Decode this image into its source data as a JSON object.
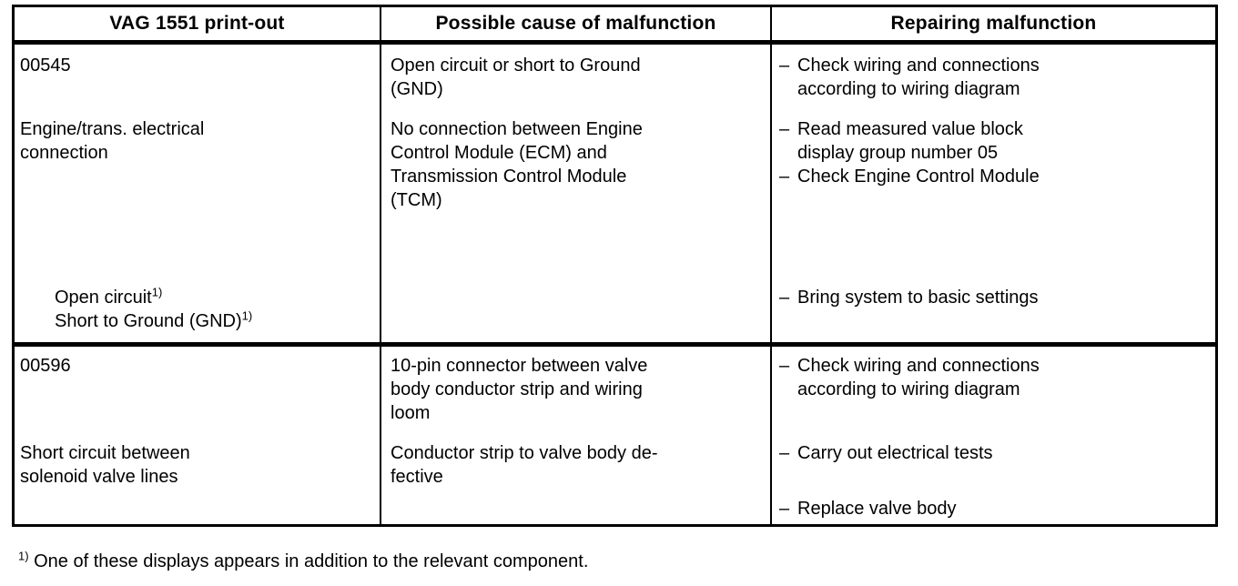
{
  "table": {
    "headers": [
      "VAG 1551 print-out",
      "Possible cause of malfunction",
      "Repairing malfunction"
    ],
    "rows": [
      {
        "printout": {
          "code": "00545",
          "description": "Engine/trans. electrical\nconnection",
          "sub_items": [
            {
              "text": "Open circuit",
              "footnote": "1)"
            },
            {
              "text": "Short to Ground (GND)",
              "footnote": "1)"
            }
          ]
        },
        "causes": [
          "Open circuit or short to Ground\n(GND)",
          "No connection between Engine\nControl Module (ECM) and\nTransmission Control Module\n(TCM)"
        ],
        "repairs": [
          "Check wiring and connections\naccording to wiring diagram",
          "Read measured value block\ndisplay group number 05",
          "Check Engine Control Module",
          "Bring system to basic settings"
        ]
      },
      {
        "printout": {
          "code": "00596",
          "description": "Short circuit between\nsolenoid valve lines",
          "sub_items": []
        },
        "causes": [
          "10-pin connector between valve\nbody conductor strip and wiring\nloom",
          "Conductor strip to valve body de-\nfective"
        ],
        "repairs": [
          "Check wiring and connections\naccording to wiring diagram",
          "Carry out electrical tests",
          "Replace valve body"
        ]
      }
    ]
  },
  "footnote": {
    "mark": "1)",
    "text": " One of these displays appears in addition to the relevant component."
  },
  "bullet_dash": "–",
  "colors": {
    "text": "#000000",
    "background": "#ffffff",
    "border": "#000000"
  }
}
